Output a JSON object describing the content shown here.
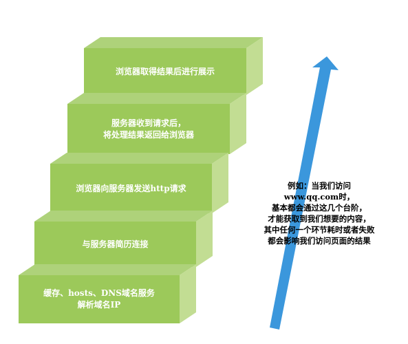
{
  "colors": {
    "step_front": "#9cc95a",
    "step_side": "#c2dd93",
    "step_top": "#aed27a",
    "arrow": "#3b97dc",
    "step_text": "#ffffff",
    "note_text": "#000000"
  },
  "steps": [
    {
      "lines": [
        "缓存、hosts、DNS域名服务",
        "解析域名IP"
      ]
    },
    {
      "lines": [
        "与服务器简历连接"
      ]
    },
    {
      "lines": [
        "浏览器向服务器发送http请求"
      ]
    },
    {
      "lines": [
        "服务器收到请求后，",
        "将处理结果返回给浏览器"
      ]
    },
    {
      "lines": [
        "浏览器取得结果后进行展示"
      ]
    }
  ],
  "note": {
    "lines": [
      "例如：当我们访问",
      "www.qq.com时，",
      "基本都会通过这几个台阶，",
      "才能获取到我们想要的内容，",
      "其中任何一个环节耗时或者失败",
      "都会影响我们访问页面的结果"
    ]
  },
  "arrow_icon": "up-right-arrow-icon"
}
